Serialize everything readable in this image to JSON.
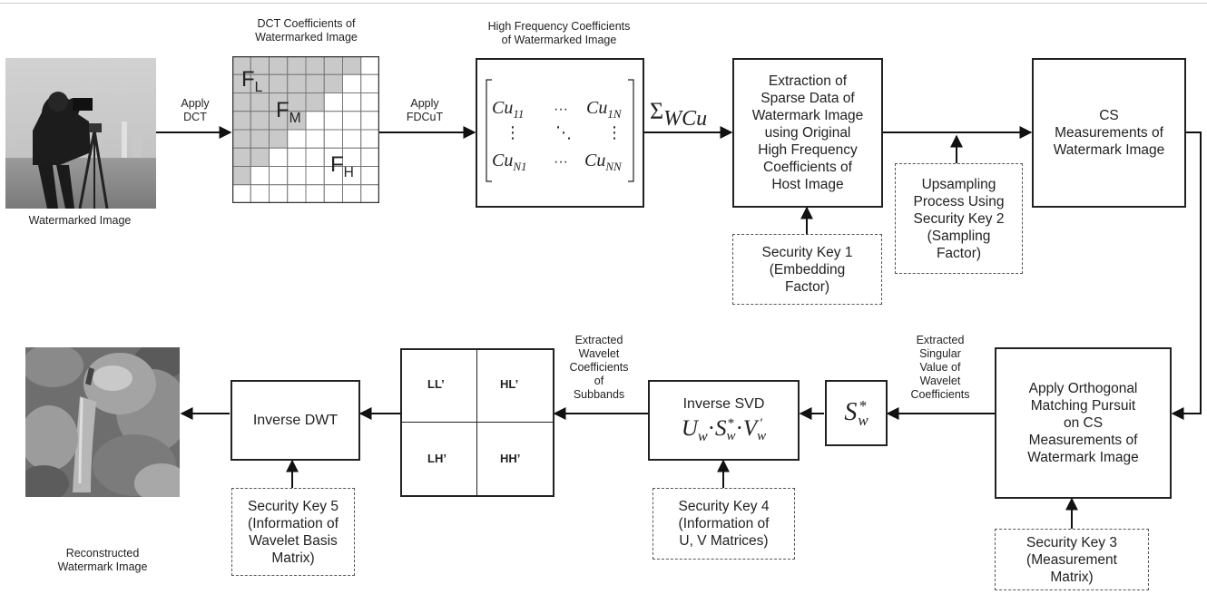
{
  "images": {
    "watermarked": {
      "caption": "Watermarked Image"
    },
    "reconstructed": {
      "caption": "Reconstructed\nWatermark Image"
    }
  },
  "labels": {
    "apply_dct": "Apply\nDCT",
    "apply_fdcut": "Apply\nFDCuT",
    "sigma": "Σ",
    "sigma_sub": "WCu",
    "extracted_wavelet": "Extracted\nWavelet\nCoefficients\nof\nSubbands",
    "extracted_singular": "Extracted\nSingular\nValue of\nWavelet\nCoefficients"
  },
  "dct_grid": {
    "title": "DCT Coefficients of\nWatermarked Image",
    "fl": "F",
    "fl_sub": "L",
    "fm": "F",
    "fm_sub": "M",
    "fh": "F",
    "fh_sub": "H"
  },
  "hf_matrix": {
    "title": "High Frequency Coefficients\nof Watermarked Image",
    "cu": "Cu",
    "i11": "11",
    "i1n": "1N",
    "in1": "N1",
    "inn": "NN",
    "dots_h": "···",
    "dots_v": "⋮",
    "dots_d": "⋱"
  },
  "blocks": {
    "extraction": "Extraction of\nSparse Data of\nWatermark Image\nusing Original\nHigh Frequency\nCoefficients of\nHost Image",
    "cs_measurements": "CS\nMeasurements of\nWatermark Image",
    "omp": "Apply Orthogonal\nMatching Pursuit\non CS\nMeasurements of\nWatermark Image",
    "sw": "S",
    "sw_sup": "*",
    "sw_sub": "w",
    "inverse_svd": "Inverse SVD",
    "svd_formula_u": "U",
    "svd_formula_s": "S",
    "svd_formula_v": "V",
    "svd_sub": "w",
    "svd_star": "*",
    "svd_prime": "′",
    "svd_dot": "·",
    "inverse_dwt": "Inverse  DWT"
  },
  "subbands": {
    "ll": "LL’",
    "hl": "HL’",
    "lh": "LH’",
    "hh": "HH’"
  },
  "keys": {
    "key1": "Security Key 1\n(Embedding\nFactor)",
    "key2": "Upsampling\nProcess Using\nSecurity Key 2\n(Sampling\nFactor)",
    "key3": "Security Key 3\n(Measurement\nMatrix)",
    "key4": "Security Key 4\n(Information of\nU, V Matrices)",
    "key5": "Security Key 5\n(Information of\nWavelet Basis\nMatrix)"
  }
}
